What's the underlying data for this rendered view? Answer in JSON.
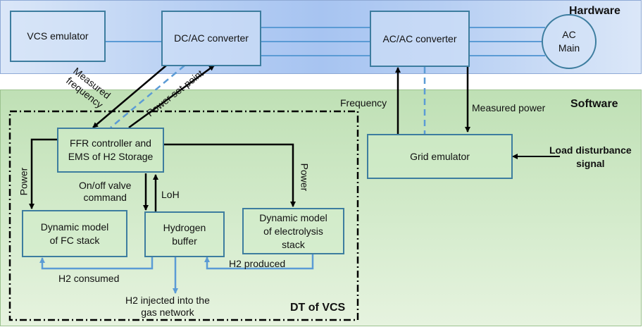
{
  "sections": {
    "hardware": "Hardware",
    "software": "Software",
    "dt": "DT of VCS"
  },
  "blocks": {
    "vcs_emulator": "VCS emulator",
    "dcac": "DC/AC converter",
    "acac": "AC/AC converter",
    "ac_main": [
      "AC",
      "Main"
    ],
    "grid_emulator": "Grid emulator",
    "ffr": [
      "FFR controller and",
      "EMS of H2 Storage"
    ],
    "fc_stack": [
      "Dynamic model",
      "of FC stack"
    ],
    "h2_buffer": [
      "Hydrogen",
      "buffer"
    ],
    "electrolysis": [
      "Dynamic model",
      "of electrolysis",
      "stack"
    ]
  },
  "signals": {
    "measured_frequency": [
      "Measured",
      "frequency"
    ],
    "power_setpoint": "Power set-point",
    "frequency": "Frequency",
    "measured_power": "Measured power",
    "load_disturbance": [
      "Load disturbance",
      "signal"
    ],
    "power_left": "Power",
    "power_right": "Power",
    "onoff_valve": [
      "On/off valve",
      "command"
    ],
    "loh": "LoH",
    "h2_consumed": "H2 consumed",
    "h2_produced": "H2 produced",
    "h2_injected": [
      "H2 injected into the",
      "gas network"
    ]
  },
  "colors": {
    "hardware_bg": "#a7c4f1",
    "software_bg": "#bfe0b5",
    "box_border": "#3d7d9f",
    "flow_blue": "#5b9bd5",
    "signal_black": "#000000"
  }
}
